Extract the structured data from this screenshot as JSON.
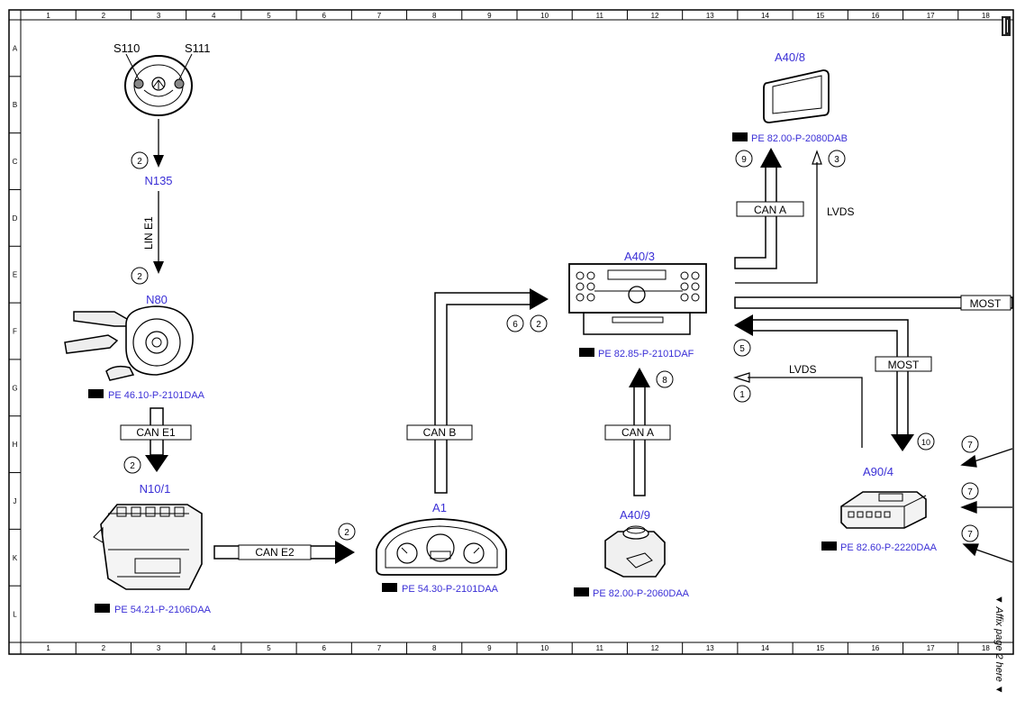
{
  "grid": {
    "columns": [
      "1",
      "2",
      "3",
      "4",
      "5",
      "6",
      "7",
      "8",
      "9",
      "10",
      "11",
      "12",
      "13",
      "14",
      "15",
      "16",
      "17",
      "18"
    ],
    "rows": [
      "A",
      "B",
      "C",
      "D",
      "E",
      "F",
      "G",
      "H",
      "J",
      "K",
      "L"
    ]
  },
  "components": {
    "s110": "S110",
    "s111": "S111",
    "n135": "N135",
    "n80": "N80",
    "n10_1": "N10/1",
    "a1": "A1",
    "a40_3": "A40/3",
    "a40_8": "A40/8",
    "a40_9": "A40/9",
    "a90_4": "A90/4"
  },
  "references": {
    "n80": "PE 46.10-P-2101DAA",
    "n10_1": "PE 54.21-P-2106DAA",
    "a1": "PE 54.30-P-2101DAA",
    "a40_3": "PE 82.85-P-2101DAF",
    "a40_8": "PE 82.00-P-2080DAB",
    "a40_9": "PE 82.00-P-2060DAA",
    "a90_4": "PE 82.60-P-2220DAA"
  },
  "buses": {
    "lin_e1": "LIN E1",
    "can_e1": "CAN E1",
    "can_e2": "CAN E2",
    "can_b": "CAN B",
    "can_a_1": "CAN A",
    "can_a_2": "CAN A",
    "lvds_1": "LVDS",
    "lvds_2": "LVDS",
    "most_1": "MOST",
    "most_2": "MOST"
  },
  "callouts": {
    "c_n135": "2",
    "c_n80": "2",
    "c_n10": "2",
    "c_a1": "2",
    "c_canb_6": "6",
    "c_canb_2": "2",
    "c_8": "8",
    "c_9": "9",
    "c_3": "3",
    "c_5": "5",
    "c_1": "1",
    "c_10": "10",
    "c_7a": "7",
    "c_7b": "7",
    "c_7c": "7"
  },
  "side_note": "▼ Affix page 2 here ▼",
  "colors": {
    "label": "#3a2fd6",
    "line": "#000000"
  }
}
